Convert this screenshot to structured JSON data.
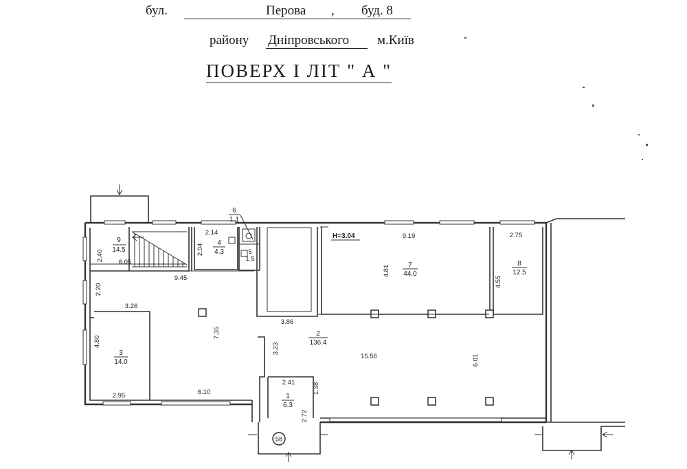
{
  "header": {
    "street_prefix": "бул.",
    "street_name": "Перова",
    "comma": ",",
    "building_label": "буд. 8",
    "district_prefix": "району",
    "district_name": "Дніпровського",
    "city": "м.Київ",
    "title": "ПОВЕРХ  І  ЛІТ \" А \""
  },
  "rooms": [
    {
      "number": "1",
      "area": "6.3"
    },
    {
      "number": "2",
      "area": "136.4"
    },
    {
      "number": "3",
      "area": "14.0"
    },
    {
      "number": "4",
      "area": "4.3"
    },
    {
      "number": "5",
      "area": "1.5"
    },
    {
      "number": "6",
      "area": "1.1"
    },
    {
      "number": "7",
      "area": "44.0"
    },
    {
      "number": "8",
      "area": "12.5"
    },
    {
      "number": "9",
      "area": "14.5"
    }
  ],
  "ceiling_height": "H=3.04",
  "dimensions": {
    "r9_height": "2.40",
    "stair_width": "6.05",
    "corridor_length": "9.45",
    "r3_top_gap": "2.20",
    "r3_width_top": "3.26",
    "r3_height": "4.80",
    "r3_width_bottom": "2.95",
    "hall_height": "7.35",
    "hall_bottom_width": "6.10",
    "r4_width": "2.14",
    "r4_height": "2.04",
    "r2_partition": "3.86",
    "r2_depth": "3.23",
    "r2_length": "15.56",
    "r2_height": "6.01",
    "r1_width": "2.41",
    "r1_side": "1.38",
    "r1_height": "2.72",
    "r7_width": "9.19",
    "r7_height": "4.81",
    "r8_width": "2.75",
    "r8_height": "4.55"
  },
  "entrance_badge": "58"
}
